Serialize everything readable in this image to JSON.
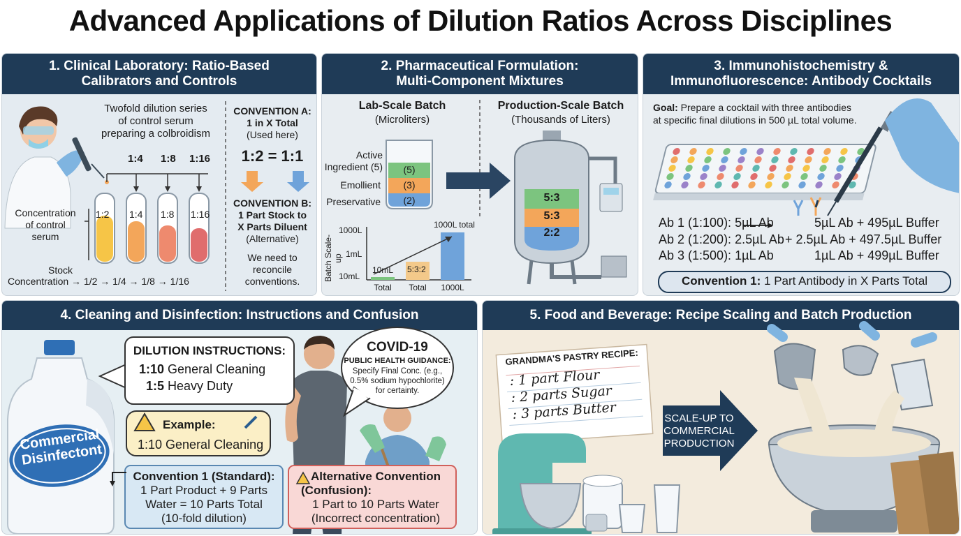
{
  "title": "Advanced Applications of Dilution Ratios Across Disciplines",
  "p1": {
    "header": [
      "1. Clinical Laboratory: Ratio-Based",
      "Calibrators and Controls"
    ],
    "caption": [
      "Twofold dilution series",
      "of control serum",
      "preparing a colbroidism"
    ],
    "top_ratios": [
      "1:4",
      "1:8",
      "1:16"
    ],
    "tube_labels": [
      "1:2",
      "1:4",
      "1:8",
      "1:16"
    ],
    "conc_label": [
      "Concentration",
      "of control",
      "serum"
    ],
    "stock_label": "Stock",
    "stock_line": "Concentration → 1/2 → 1/4 → 1/8 → 1/16",
    "conv_a": [
      "CONVENTION A:",
      "1 in X Total",
      "(Used here)"
    ],
    "equation": "1:2 = 1:1",
    "conv_b": [
      "CONVENTION B:",
      "1 Part Stock to",
      "X Parts Diluent",
      "(Alternative)"
    ],
    "reconcile": [
      "We need to",
      "reconcile",
      "conventions."
    ]
  },
  "p2": {
    "header": [
      "2. Pharmaceutical Formulation:",
      "Multi-Component Mixtures"
    ],
    "lab_title": "Lab-Scale Batch",
    "lab_sub": "(Microliters)",
    "prod_title": "Production-Scale Batch",
    "prod_sub": "(Thousands of Liters)",
    "ingredients": [
      "Active",
      "Ingredient (5)",
      "Emollient",
      "Preservative"
    ],
    "beaker_layers": [
      "(5)",
      "(3)",
      "(2)"
    ],
    "tank_layers": [
      "5:3",
      "5:3",
      "2:2"
    ],
    "chart": {
      "ylabel": "Batch Scale-up",
      "yticks": [
        "1000L",
        "1mL",
        "10mL"
      ],
      "xticks": [
        "Total",
        "Total",
        "1000L"
      ],
      "bar_labels": [
        "10mL",
        "5:3:2",
        "1000L total"
      ]
    }
  },
  "p3": {
    "header": [
      "3. Immunohistochemistry &",
      "Immunofluorescence: Antibody Cocktails"
    ],
    "goal_bold": "Goal:",
    "goal_text": [
      "Prepare a cocktail with three antibodies",
      "at specific final dilutions in 500 µL total volume."
    ],
    "rows": [
      {
        "left": "Ab 1 (1:100):  5µL Ab",
        "right": "5µL Ab  +  495µL Buffer"
      },
      {
        "left": "Ab 2 (1:200): 2.5µL Ab",
        "right": "+ 2.5µL Ab + 497.5µL Buffer"
      },
      {
        "left": "Ab 3 (1:500):  1µL Ab",
        "right": "1µL Ab  +  499µL Buffer"
      }
    ],
    "convention_bold": "Convention 1:",
    "convention_text": "1 Part Antibody in X Parts Total"
  },
  "p4": {
    "header": "4. Cleaning and Disinfection: Instructions and Confusion",
    "bottle_label": [
      "Commercial",
      "Disinfectont"
    ],
    "instr_title": "DILUTION INSTRUCTIONS:",
    "instr_lines": [
      {
        "ratio": "1:10",
        "text": "General Cleaning"
      },
      {
        "ratio": "1:5",
        "text": "Heavy Duty"
      }
    ],
    "covid_title": "COVID-19",
    "covid_sub": "PUBLIC HEALTH GUIDANCE:",
    "covid_lines": [
      "Specify Final Conc. (e.g.,",
      "0.5% sodium hypochlorite)",
      "for certainty."
    ],
    "example_title": "Example:",
    "example_text": "1:10 General Cleaning",
    "conv1_title": "Convention 1 (Standard):",
    "conv1_lines": [
      "1 Part Product + 9 Parts",
      "Water = 10 Parts Total",
      "(10-fold dilution)"
    ],
    "alt_title": "Alternative Convention",
    "alt_sub": "(Confusion):",
    "alt_lines": [
      "1 Part to 10 Parts Water",
      "(Incorrect concentration)"
    ]
  },
  "p5": {
    "header": "5. Food and Beverage: Recipe Scaling and Batch Production",
    "recipe_title": "GRANDMA'S PASTRY RECIPE:",
    "recipe_lines": [
      ": 1 part Flour",
      ": 2 parts Sugar",
      ": 3 parts Butter"
    ],
    "scale_label": [
      "SCALE-UP TO",
      "COMMERCIAL",
      "PRODUCTION"
    ]
  },
  "colors": {
    "header_bg": "#1f3b57",
    "panel_bg": "#e6edf3",
    "green": "#7cc47f",
    "orange": "#f3a65a",
    "blue": "#6fa3da"
  }
}
